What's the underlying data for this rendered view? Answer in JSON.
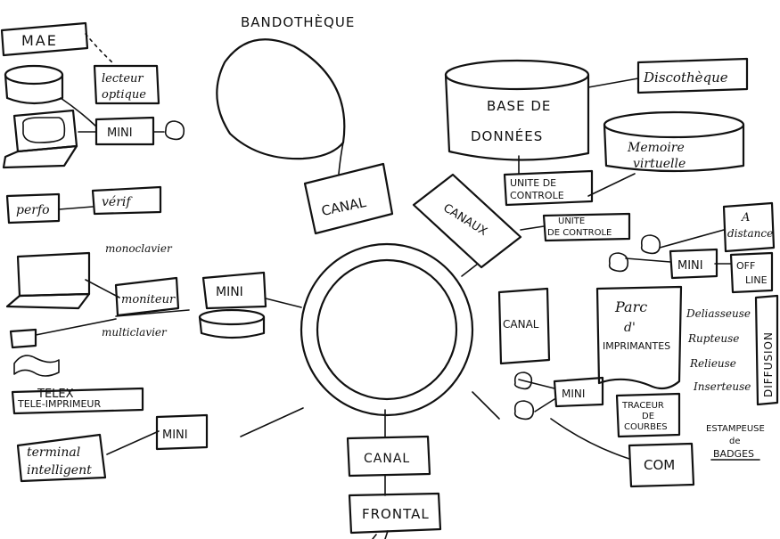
{
  "title": "BANDOTHÈQUE",
  "labels": {
    "mae": "MAE",
    "lecteur_line1": "lecteur",
    "lecteur_line2": "optique",
    "mini_top_left": "MINI",
    "perfo": "perfo",
    "verif": "vérif",
    "monoclavier": "monoclavier",
    "moniteur": "moniteur",
    "multiclavier": "multiclavier",
    "mini_left_center": "MINI",
    "telex": "TELEX",
    "tele_imprimeur": "TELE-IMPRIMEUR",
    "terminal_line1": "terminal",
    "terminal_line2": "intelligent",
    "mini_bottom_left": "MINI",
    "canal_top": "CANAL",
    "canal_bottom": "CANAL",
    "frontal": "FRONTAL",
    "base_line1": "BASE DE",
    "base_line2": "DONNÉES",
    "discotheque": "Discothèque",
    "memoire_line1": "Memoire",
    "memoire_line2": "virtuelle",
    "unite_line1": "UNITE DE",
    "unite_line2": "CONTROLE",
    "unite2_line1": "UNITE",
    "unite2_line2": "DE CONTROLE",
    "canaux": "CANAUX",
    "a_distance_line1": "A",
    "a_distance_line2": "distance",
    "mini_right": "MINI",
    "off_line_line1": "OFF",
    "off_line_line2": "LINE",
    "canal_right": "CANAL",
    "parc_line1": "Parc",
    "parc_line2": "d'",
    "parc_line3": "IMPRIMANTES",
    "deliasseuse": "Deliasseuse",
    "rupteuse": "Rupteuse",
    "relieuse": "Relieuse",
    "inserteuse": "Inserteuse",
    "diffusion": "DIFFUSION",
    "mini_bottom_right": "MINI",
    "traceur_line1": "TRACEUR",
    "traceur_line2": "DE",
    "traceur_line3": "COURBES",
    "com": "COM",
    "estampeuse_line1": "ESTAMPEUSE",
    "estampeuse_line2": "de",
    "estampeuse_line3": "BADGES"
  }
}
